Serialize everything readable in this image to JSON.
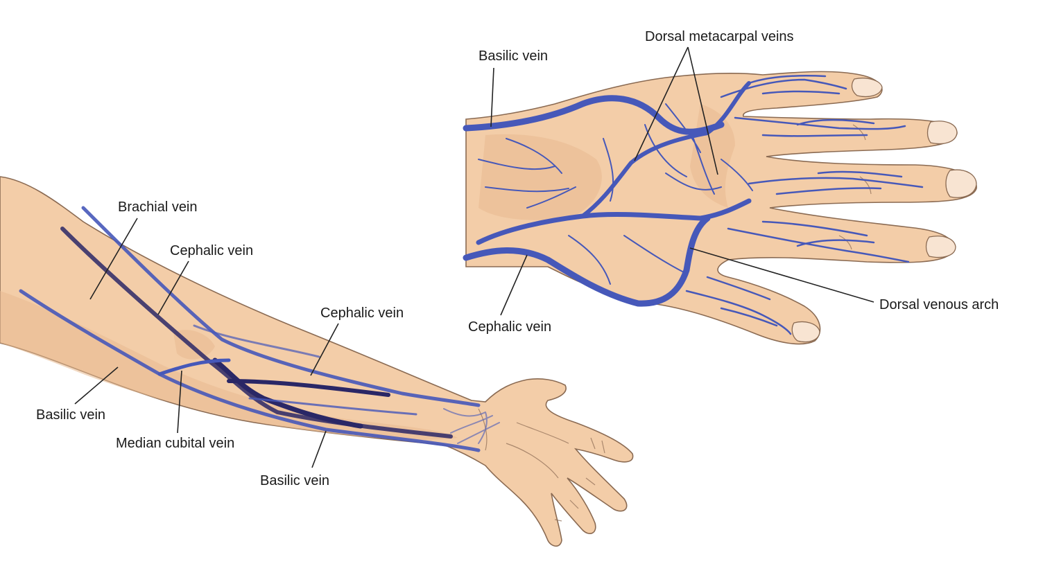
{
  "colors": {
    "vein": "#4658b9",
    "vein_dark": "#2a2766",
    "skin": "#f3cda8",
    "skin_outline": "#8a6a52",
    "label_text": "#1a1a1a",
    "leader_line": "#222222"
  },
  "arm": {
    "brachial_vein": "Brachial vein",
    "cephalic_vein_upper": "Cephalic vein",
    "cephalic_vein_forearm": "Cephalic vein",
    "basilic_vein_upper": "Basilic vein",
    "median_cubital_vein": "Median cubital vein",
    "basilic_vein_forearm": "Basilic vein"
  },
  "hand": {
    "basilic_vein": "Basilic vein",
    "dorsal_metacarpal_veins": "Dorsal metacarpal veins",
    "dorsal_venous_arch": "Dorsal venous arch",
    "cephalic_vein": "Cephalic vein"
  }
}
